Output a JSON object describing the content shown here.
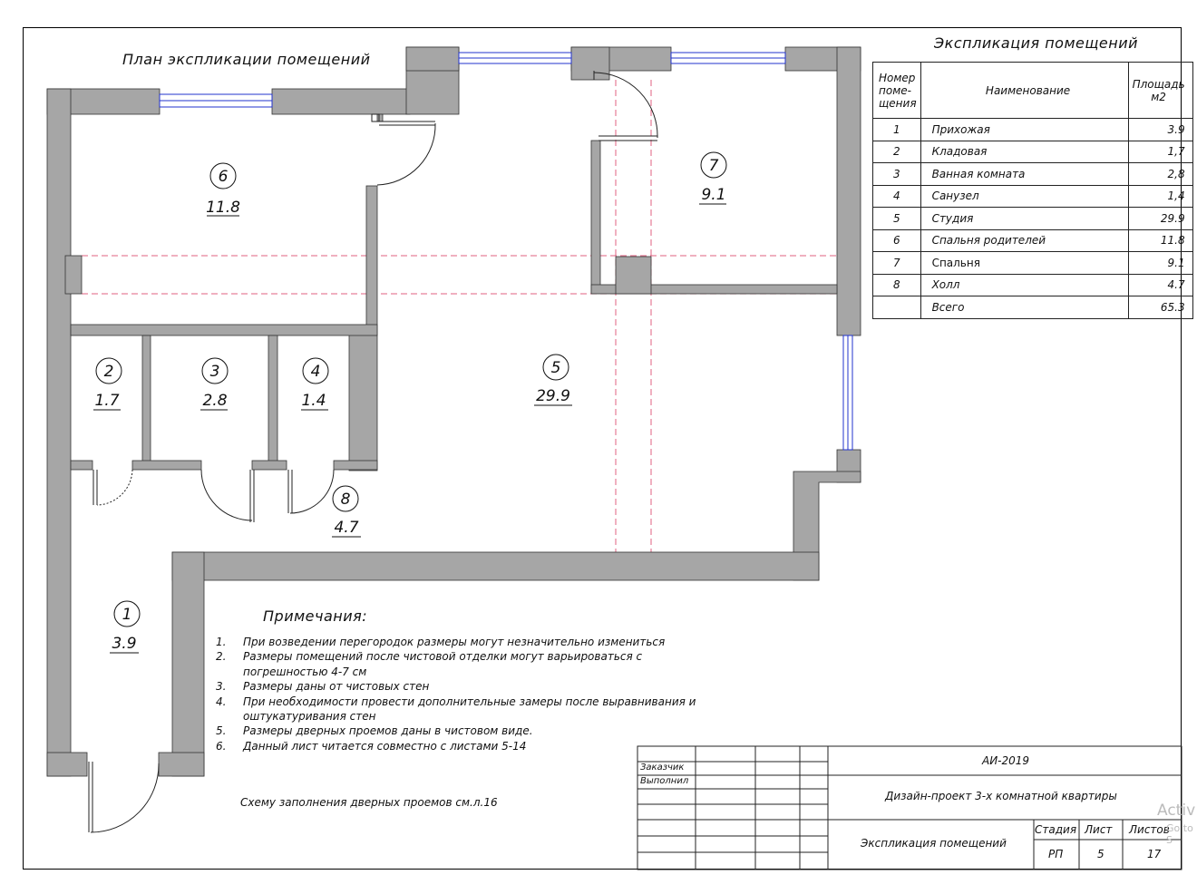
{
  "plan": {
    "title": "План экспликации помещений",
    "rooms": [
      {
        "num": "1",
        "area": "3.9"
      },
      {
        "num": "2",
        "area": "1.7"
      },
      {
        "num": "3",
        "area": "2.8"
      },
      {
        "num": "4",
        "area": "1.4"
      },
      {
        "num": "5",
        "area": "29.9"
      },
      {
        "num": "6",
        "area": "11.8"
      },
      {
        "num": "7",
        "area": "9.1"
      },
      {
        "num": "8",
        "area": "4.7"
      }
    ]
  },
  "explication": {
    "title": "Экспликация помещений",
    "headers": {
      "num_l1": "Номер",
      "num_l2": "поме-",
      "num_l3": "щения",
      "name": "Наименование",
      "area_l1": "Площадь",
      "area_l2": "м2"
    },
    "rows": [
      {
        "num": "1",
        "name": "Прихожая",
        "area": "3.9"
      },
      {
        "num": "2",
        "name": "Кладовая",
        "area": "1,7"
      },
      {
        "num": "3",
        "name": "Ванная комната",
        "area": "2,8"
      },
      {
        "num": "4",
        "name": "Санузел",
        "area": "1,4"
      },
      {
        "num": "5",
        "name": "Студия",
        "area": "29.9"
      },
      {
        "num": "6",
        "name": "Спальня родителей",
        "area": "11.8"
      },
      {
        "num": "7",
        "name": "Спальня",
        "area": "9.1"
      },
      {
        "num": "8",
        "name": "Холл",
        "area": "4.7"
      },
      {
        "num": "",
        "name": "Всего",
        "area": "65.3"
      }
    ]
  },
  "notes": {
    "title": "Примечания:",
    "items": [
      {
        "n": "1.",
        "text": "При возведении перегородок размеры могут незначительно измениться"
      },
      {
        "n": "2.",
        "text": "Размеры помещений после чистовой отделки могут варьироваться с погрешностью 4-7 см"
      },
      {
        "n": "3.",
        "text": "Размеры даны от чистовых стен"
      },
      {
        "n": "4.",
        "text": "При необходимости провести дополнительные замеры после выравнивания и оштукатуривания стен"
      },
      {
        "n": "5.",
        "text": "Размеры дверных проемов даны в чистовом виде."
      },
      {
        "n": "6.",
        "text": "Данный лист читается совместно с листами 5-14"
      }
    ],
    "doors": "Схему заполнения дверных проемов см.л.16"
  },
  "title_block": {
    "customer": "Заказчик",
    "executor": "Выполнил",
    "code": "АИ-2019",
    "project": "Дизайн-проект 3-х комнатной квартиры",
    "sheet_name": "Экспликация помещений",
    "stage_label": "Стадия",
    "sheet_label": "Лист",
    "sheets_label": "Листов",
    "stage": "РП",
    "sheet": "5",
    "sheets": "17"
  },
  "watermark": {
    "line1": "Activ",
    "line2": "Go to S"
  },
  "colors": {
    "wall": "#a6a6a6",
    "window": "#2233cc",
    "axis": "#e06080"
  }
}
